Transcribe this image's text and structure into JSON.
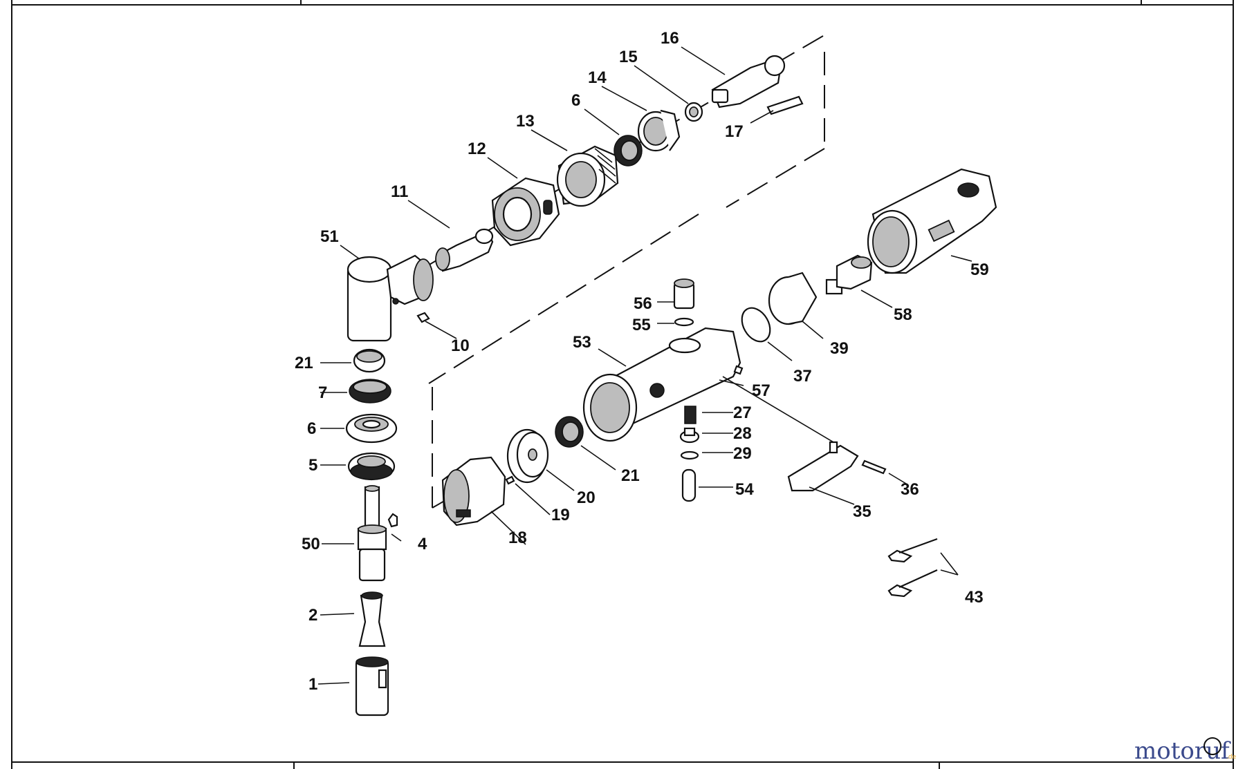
{
  "diagram": {
    "labels": [
      "1",
      "2",
      "4",
      "5",
      "6",
      "7",
      "10",
      "11",
      "12",
      "13",
      "6",
      "14",
      "15",
      "16",
      "17",
      "18",
      "19",
      "20",
      "21",
      "21",
      "27",
      "28",
      "29",
      "35",
      "36",
      "37",
      "39",
      "43",
      "50",
      "51",
      "53",
      "54",
      "55",
      "56",
      "57",
      "58",
      "59"
    ]
  },
  "watermark": {
    "text": "motoruf",
    "suffix": ".de",
    "colors": {
      "primary": "#3b4a8c",
      "accent": "#e0a326"
    }
  }
}
